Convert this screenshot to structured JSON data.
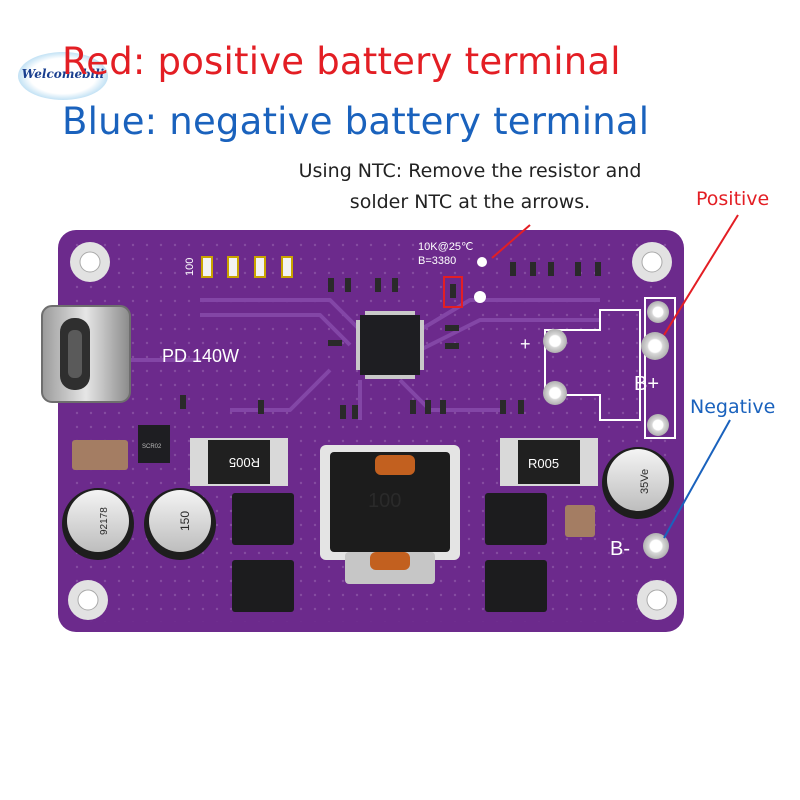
{
  "captions": {
    "red_line": "Red: positive battery terminal",
    "blue_line": "Blue: negative battery terminal"
  },
  "ntc_note": {
    "line1": "Using NTC: Remove the resistor and",
    "line2": "solder NTC at the arrows."
  },
  "watermark": "Welcomebili",
  "labels": {
    "positive": "Positive",
    "negative": "Negative"
  },
  "board": {
    "pd_label": "PD 140W",
    "ntc_spec_1": "10K@25℃",
    "ntc_spec_2": "B=3380",
    "led_label": "100",
    "b_plus": "B+",
    "b_minus": "B-",
    "plus_mark": "+",
    "inductor_marking": "100",
    "shunt_left": "R005",
    "shunt_right": "R005",
    "cap_marking_1": "92178",
    "cap_marking_2": "150",
    "cap_marking_3": "35Ve",
    "ic_marking": "SCR02"
  },
  "colors": {
    "pcb": "#6c2a8c",
    "pcb_dark": "#5a1f76",
    "trace": "#7e3aa0",
    "red_annotation": "#e31e24",
    "blue_annotation": "#1a62bd",
    "silkscreen": "#ffffff"
  },
  "icons": [
    "usb-c-port-icon",
    "led-icon",
    "capacitor-icon",
    "inductor-icon",
    "mosfet-icon",
    "mounting-hole-icon"
  ]
}
